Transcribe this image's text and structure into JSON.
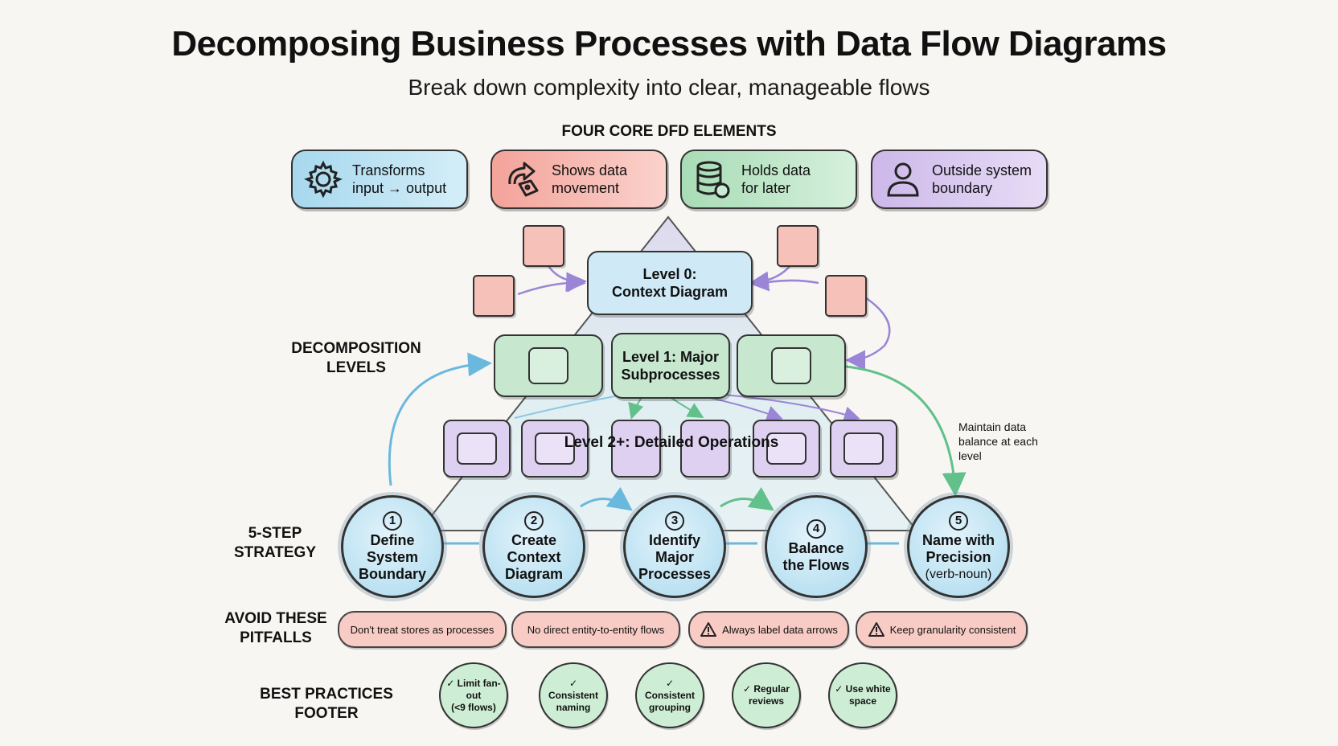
{
  "title": "Decomposing Business Processes with Data Flow Diagrams",
  "subtitle": "Break down complexity into clear, manageable flows",
  "core_elements": {
    "heading": "FOUR CORE DFD ELEMENTS",
    "items": [
      {
        "icon": "gear-icon",
        "line1": "Transforms",
        "line2": "input → output",
        "color": "#a7d8ee"
      },
      {
        "icon": "flow-arrow-icon",
        "line1": "Shows data",
        "line2": "movement",
        "color": "#f3a39a"
      },
      {
        "icon": "database-icon",
        "line1": "Holds data",
        "line2": "for later",
        "color": "#a8dcb6"
      },
      {
        "icon": "person-icon",
        "line1": "Outside system",
        "line2": "boundary",
        "color": "#cdb8ea"
      }
    ]
  },
  "levels": {
    "heading_line1": "DECOMPOSITION",
    "heading_line2": "LEVELS",
    "level0_line1": "Level 0:",
    "level0_line2": "Context Diagram",
    "level1_line1": "Level 1: Major",
    "level1_line2": "Subprocesses",
    "level2": "Level 2+: Detailed Operations",
    "note": "Maintain data balance at each level"
  },
  "strategy": {
    "heading_line1": "5-STEP",
    "heading_line2": "STRATEGY",
    "steps": [
      {
        "num": "1",
        "l1": "Define",
        "l2": "System",
        "l3": "Boundary"
      },
      {
        "num": "2",
        "l1": "Create",
        "l2": "Context",
        "l3": "Diagram"
      },
      {
        "num": "3",
        "l1": "Identify",
        "l2": "Major",
        "l3": "Processes"
      },
      {
        "num": "4",
        "l1": "Balance",
        "l2": "the Flows",
        "l3": ""
      },
      {
        "num": "5",
        "l1": "Name with",
        "l2": "Precision",
        "l3": "(verb-noun)"
      }
    ]
  },
  "pitfalls": {
    "heading_line1": "AVOID THESE",
    "heading_line2": "PITFALLS",
    "items": [
      {
        "text": "Don't treat stores as processes",
        "warn": false
      },
      {
        "text": "No direct entity-to-entity flows",
        "warn": false
      },
      {
        "text": "Always label data arrows",
        "warn": true
      },
      {
        "text": "Keep granularity consistent",
        "warn": true
      }
    ]
  },
  "best_practices": {
    "heading": "BEST PRACTICES FOOTER",
    "items": [
      {
        "l1": "✓ Limit fan-out",
        "l2": "(<9 flows)"
      },
      {
        "l1": "✓ Consistent",
        "l2": "naming"
      },
      {
        "l1": "✓ Consistent",
        "l2": "grouping"
      },
      {
        "l1": "✓ Regular",
        "l2": "reviews"
      },
      {
        "l1": "✓ Use white",
        "l2": "space"
      }
    ]
  }
}
